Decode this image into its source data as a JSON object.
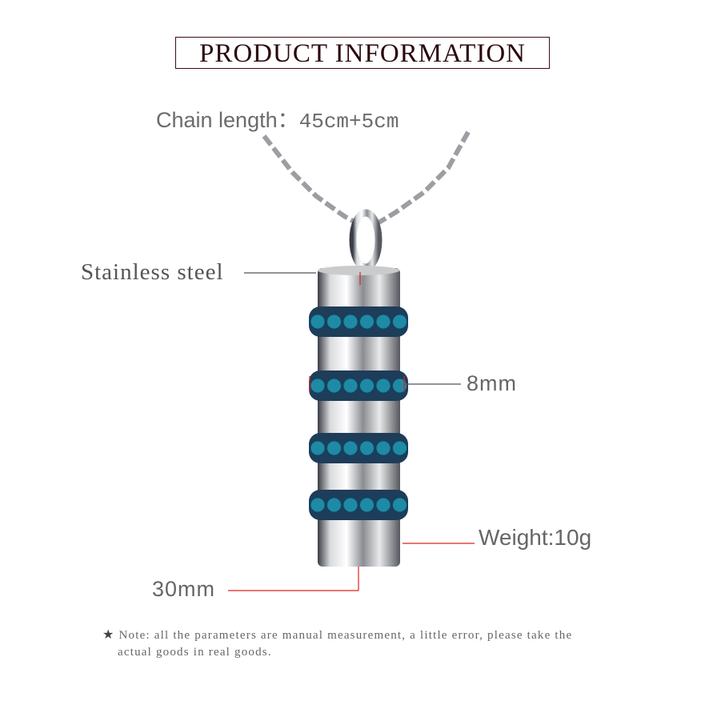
{
  "title": "PRODUCT INFORMATION",
  "chain_length": {
    "label": "Chain length：",
    "value": "45cm+5cm"
  },
  "material": "Stainless steel",
  "diameter": "8mm",
  "weight": "Weight:10g",
  "length": "30mm",
  "note": {
    "line1": "Note: all the parameters are manual measurement, a little error, please take the",
    "line2": "actual goods in real goods."
  },
  "colors": {
    "title": "#2a070c",
    "crystal": "#1f8aa5",
    "measure_line": "#e0201c"
  }
}
